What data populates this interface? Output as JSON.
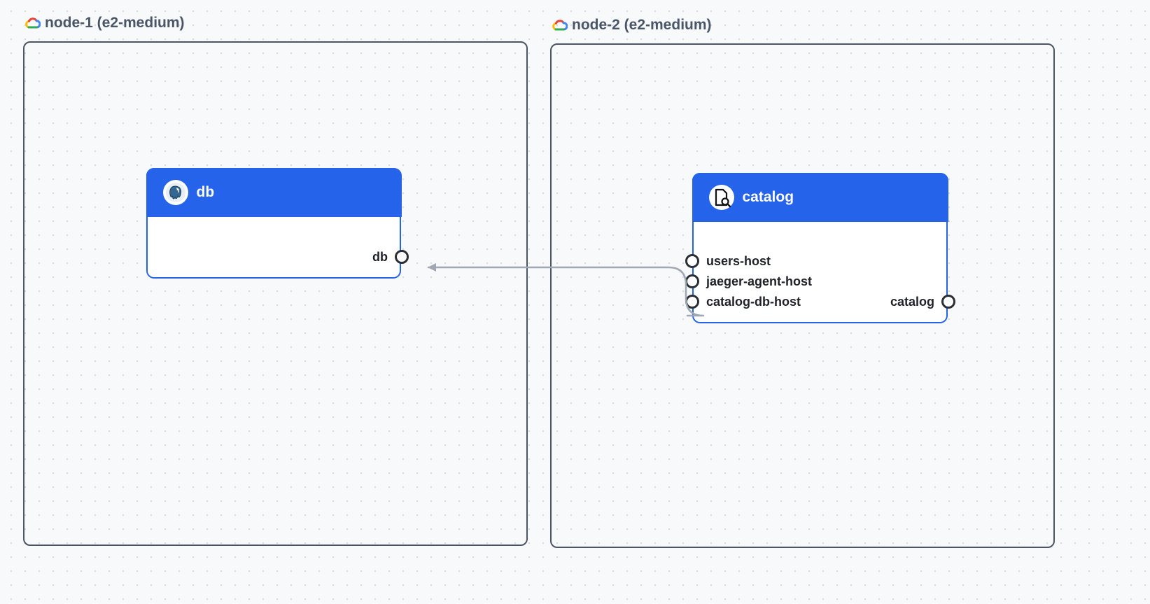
{
  "colors": {
    "canvas_background": "#f8f9fb",
    "node_border": "#4b5565",
    "card_accent": "#2563eb",
    "edge": "#a0a8b4"
  },
  "nodes": [
    {
      "label": "node-1 (e2-medium)",
      "icon": "google-cloud-icon",
      "services": [
        {
          "title": "db",
          "icon": "postgresql-elephant-icon",
          "inputs": [],
          "outputs": [
            "db"
          ]
        }
      ]
    },
    {
      "label": "node-2 (e2-medium)",
      "icon": "google-cloud-icon",
      "services": [
        {
          "title": "catalog",
          "icon": "catalog-search-icon",
          "inputs": [
            "users-host",
            "jaeger-agent-host",
            "catalog-db-host"
          ],
          "outputs": [
            "catalog"
          ]
        }
      ]
    }
  ],
  "connections": [
    {
      "from": "catalog-db-host",
      "to": "db"
    }
  ]
}
